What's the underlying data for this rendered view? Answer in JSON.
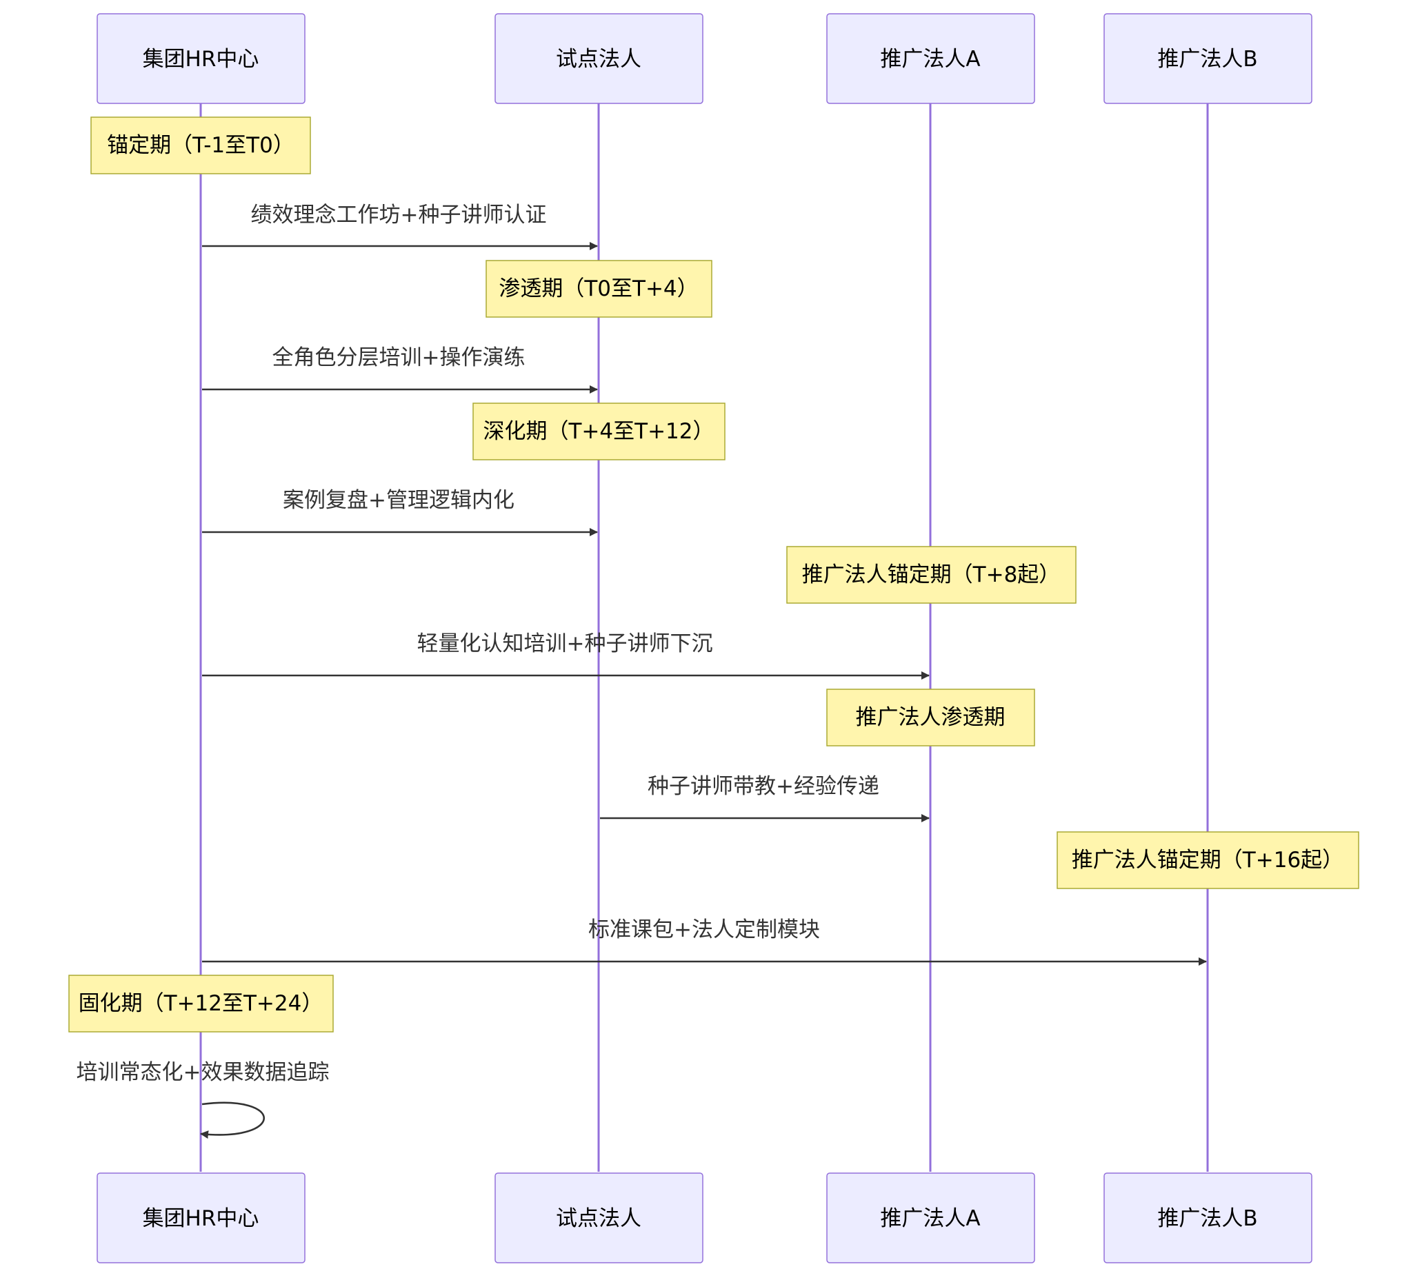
{
  "actors": [
    {
      "id": "hr",
      "label": "集团HR中心"
    },
    {
      "id": "pilot",
      "label": "试点法人"
    },
    {
      "id": "a",
      "label": "推广法人A"
    },
    {
      "id": "b",
      "label": "推广法人B"
    }
  ],
  "notes": [
    {
      "over": "hr",
      "text": "锚定期（T-1至T0）"
    },
    {
      "over": "pilot",
      "text": "渗透期（T0至T+4）"
    },
    {
      "over": "pilot",
      "text": "深化期（T+4至T+12）"
    },
    {
      "over": "a",
      "text": "推广法人锚定期（T+8起）"
    },
    {
      "over": "a",
      "text": "推广法人渗透期"
    },
    {
      "over": "b",
      "text": "推广法人锚定期（T+16起）"
    },
    {
      "over": "hr",
      "text": "固化期（T+12至T+24）"
    }
  ],
  "messages": [
    {
      "from": "hr",
      "to": "pilot",
      "text": "绩效理念工作坊+种子讲师认证"
    },
    {
      "from": "hr",
      "to": "pilot",
      "text": "全角色分层培训+操作演练"
    },
    {
      "from": "hr",
      "to": "pilot",
      "text": "案例复盘+管理逻辑内化"
    },
    {
      "from": "hr",
      "to": "a",
      "text": "轻量化认知培训+种子讲师下沉"
    },
    {
      "from": "pilot",
      "to": "a",
      "text": "种子讲师带教+经验传递"
    },
    {
      "from": "hr",
      "to": "b",
      "text": "标准课包+法人定制模块"
    },
    {
      "from": "hr",
      "to": "hr",
      "text": "培训常态化+效果数据追踪"
    }
  ],
  "colors": {
    "actor_fill": "#ECECFF",
    "actor_border": "#9370DB",
    "lifeline": "#9370DB",
    "note_fill": "#FFF5AD",
    "note_border": "#AAAA33",
    "message": "#333333"
  }
}
